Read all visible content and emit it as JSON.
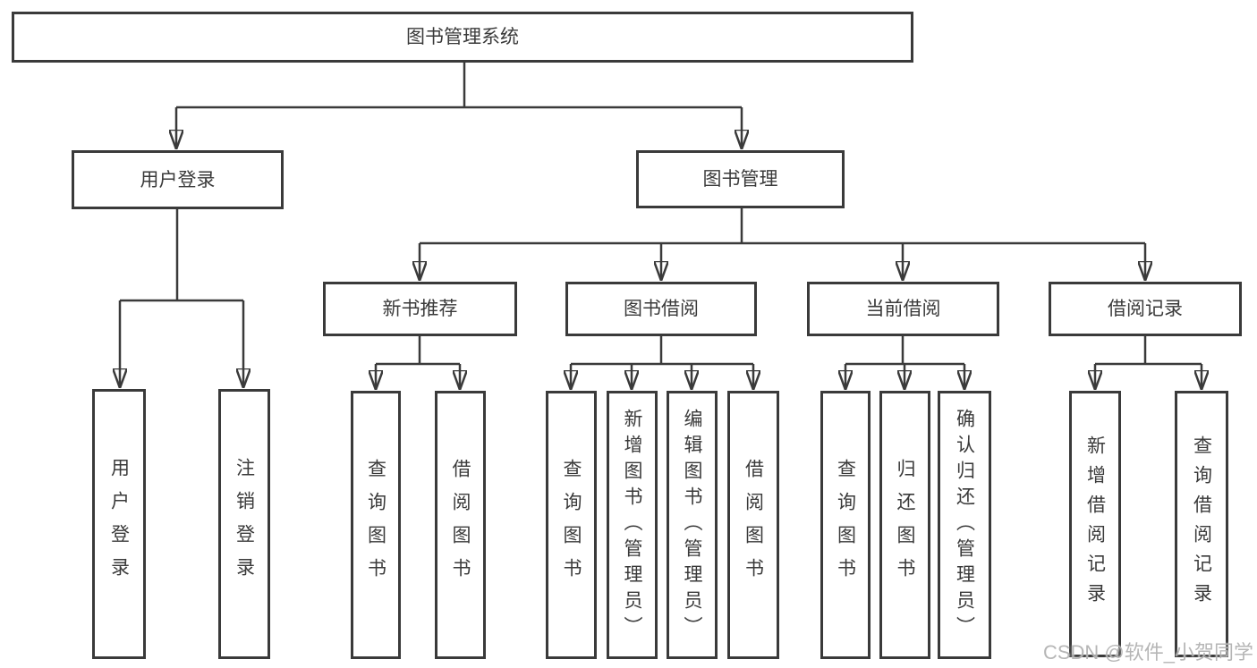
{
  "diagram": {
    "root": {
      "label": "图书管理系统"
    },
    "user_login": {
      "label": "用户登录",
      "children": {
        "login": {
          "label": "用户登录"
        },
        "logout": {
          "label": "注销登录"
        }
      }
    },
    "book_mgmt": {
      "label": "图书管理",
      "children": {
        "new_book_rec": {
          "label": "新书推荐",
          "children": {
            "query_books": {
              "label": "查询图书"
            },
            "borrow_books": {
              "label": "借阅图书"
            }
          }
        },
        "book_borrow": {
          "label": "图书借阅",
          "children": {
            "query_books": {
              "label": "查询图书"
            },
            "add_books": {
              "label": "新增图书（管理员）"
            },
            "edit_books": {
              "label": "编辑图书（管理员）"
            },
            "borrow_books": {
              "label": "借阅图书"
            }
          }
        },
        "current_borrow": {
          "label": "当前借阅",
          "children": {
            "query_books": {
              "label": "查询图书"
            },
            "return_books": {
              "label": "归还图书"
            },
            "confirm_return": {
              "label": "确认归还（管理员）"
            }
          }
        },
        "borrow_record": {
          "label": "借阅记录",
          "children": {
            "add_record": {
              "label": "新增借阅记录"
            },
            "query_record": {
              "label": "查询借阅记录"
            }
          }
        }
      }
    }
  },
  "colors": {
    "line": "#3a3a3a",
    "text": "#3a3a3a",
    "background": "#ffffff",
    "watermark": "#b2b2b2"
  },
  "watermark": {
    "text": "CSDN @软件_小贺同学"
  }
}
